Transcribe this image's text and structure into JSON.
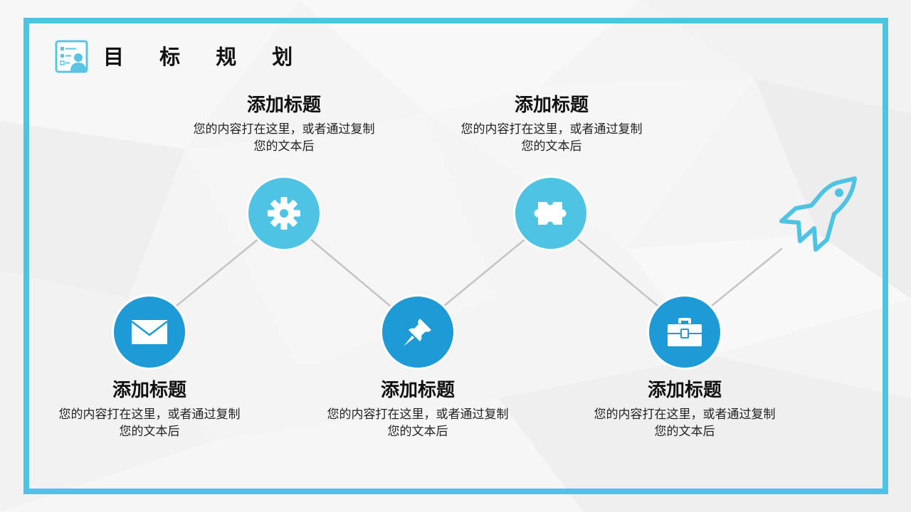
{
  "slide": {
    "title": "目标规划",
    "title_display": "目 标 规 划",
    "colors": {
      "accent_light": "#4fc3e3",
      "accent_dark": "#1e9ad6",
      "frame": "#4fc3e3",
      "connector": "#c4c4c4",
      "text": "#111111"
    }
  },
  "steps": [
    {
      "position": "bottom",
      "icon": "mail-icon",
      "title": "添加标题",
      "desc_line1": "您的内容打在这里，或者通过复制",
      "desc_line2": "您的文本后"
    },
    {
      "position": "top",
      "icon": "gear-icon",
      "title": "添加标题",
      "desc_line1": "您的内容打在这里，或者通过复制",
      "desc_line2": "您的文本后"
    },
    {
      "position": "bottom",
      "icon": "pushpin-icon",
      "title": "添加标题",
      "desc_line1": "您的内容打在这里，或者通过复制",
      "desc_line2": "您的文本后"
    },
    {
      "position": "top",
      "icon": "puzzle-icon",
      "title": "添加标题",
      "desc_line1": "您的内容打在这里，或者通过复制",
      "desc_line2": "您的文本后"
    },
    {
      "position": "bottom",
      "icon": "briefcase-icon",
      "title": "添加标题",
      "desc_line1": "您的内容打在这里，或者通过复制",
      "desc_line2": "您的文本后"
    }
  ],
  "end_icon": "rocket-icon"
}
